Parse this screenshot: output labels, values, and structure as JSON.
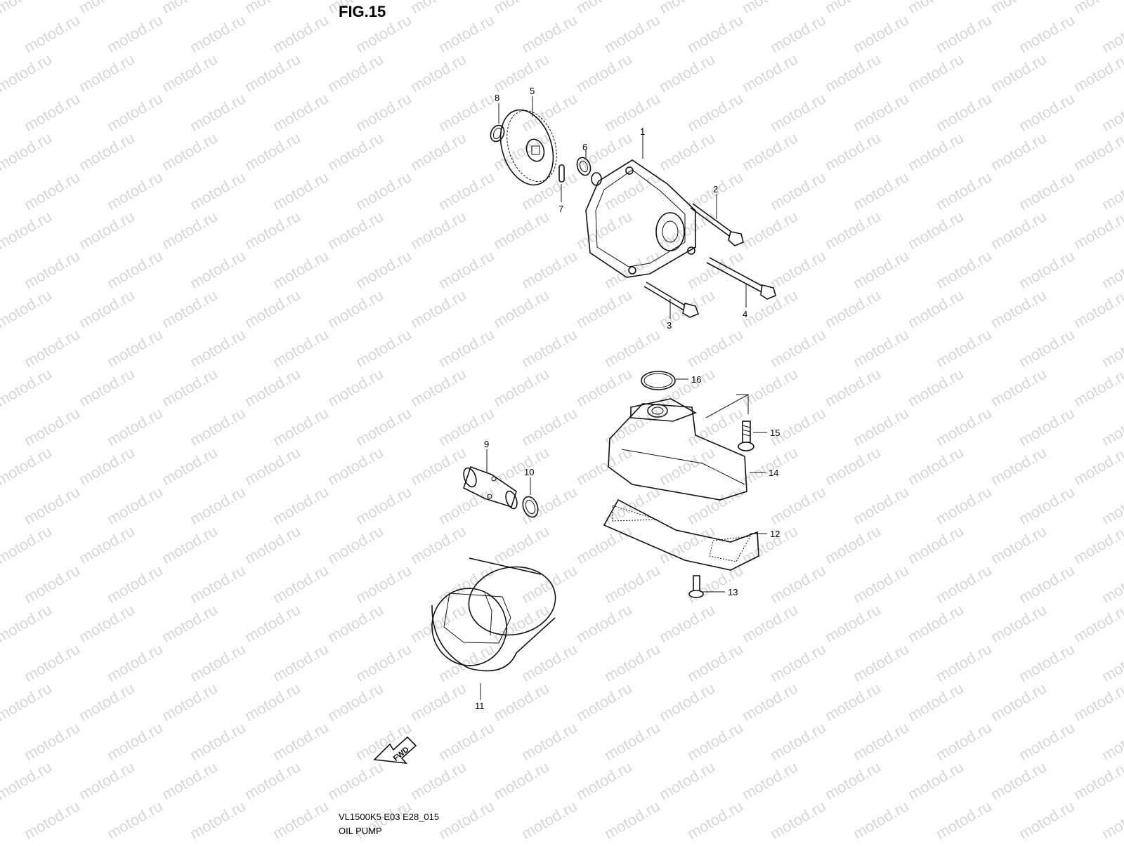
{
  "figure": {
    "title": "FIG.15",
    "model_code": "VL1500K5 E03 E28_015",
    "name": "OIL PUMP",
    "fwd_label": "FWD"
  },
  "watermark": "motod.ru",
  "callouts": [
    "1",
    "2",
    "3",
    "4",
    "5",
    "6",
    "7",
    "8",
    "9",
    "10",
    "11",
    "12",
    "13",
    "14",
    "15",
    "16"
  ],
  "colors": {
    "line": "#111111",
    "watermark": "#d6d6d6",
    "background": "#ffffff"
  }
}
